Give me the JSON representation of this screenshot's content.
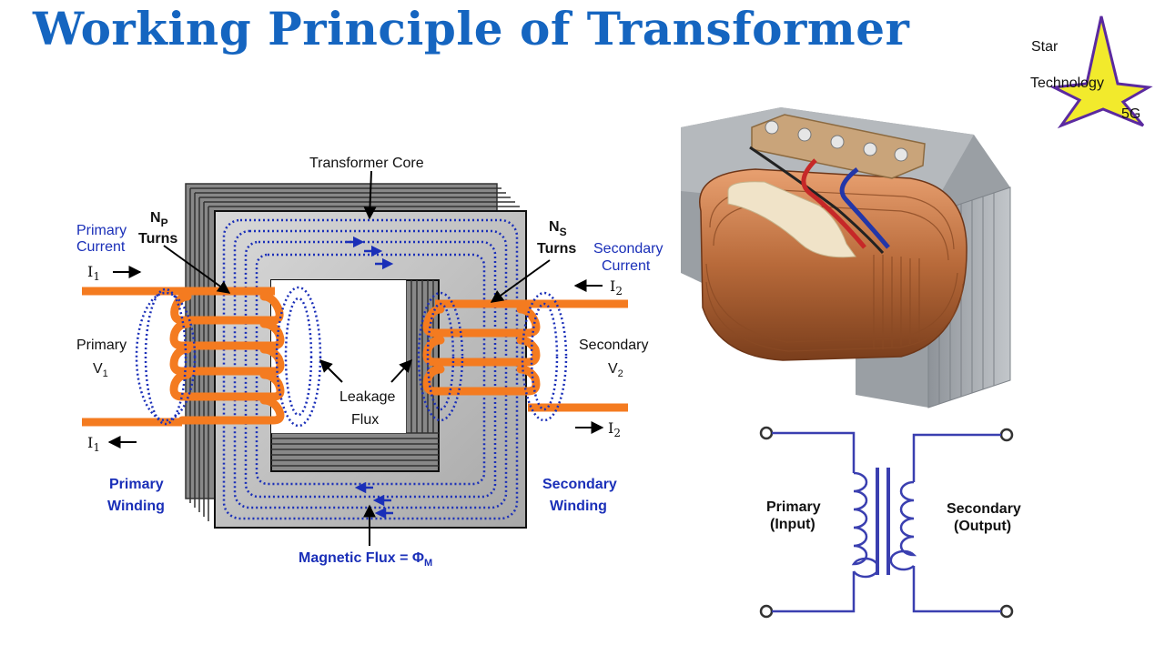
{
  "title": "Working Principle of Transformer",
  "logo": {
    "line1": "Star",
    "line2": "Technology",
    "line3": "5G"
  },
  "diagram": {
    "core_label": "Transformer Core",
    "np_main": "N",
    "np_sub": "P",
    "np_turns": "Turns",
    "ns_main": "N",
    "ns_sub": "S",
    "ns_turns": "Turns",
    "primary_current_line1": "Primary",
    "primary_current_line2": "Current",
    "secondary_current_line1": "Secondary",
    "secondary_current_line2": "Current",
    "i1_main": "I",
    "i1_sub": "1",
    "i2_main": "I",
    "i2_sub": "2",
    "primary_label": "Primary",
    "v1_main": "V",
    "v1_sub": "1",
    "secondary_label": "Secondary",
    "v2_main": "V",
    "v2_sub": "2",
    "leakage_line1": "Leakage",
    "leakage_line2": "Flux",
    "primary_winding_line1": "Primary",
    "primary_winding_line2": "Winding",
    "secondary_winding_line1": "Secondary",
    "secondary_winding_line2": "Winding",
    "flux_label": "Magnetic Flux = Φ",
    "flux_sub": "M"
  },
  "schematic": {
    "primary_line1": "Primary",
    "primary_line2": "(Input)",
    "secondary_line1": "Secondary",
    "secondary_line2": "(Output)"
  },
  "colors": {
    "title": "#1565c0",
    "winding": "#f47b20",
    "flux": "#1a2fb8",
    "copper": "#b86a3a",
    "core": "#9ea3a8"
  }
}
